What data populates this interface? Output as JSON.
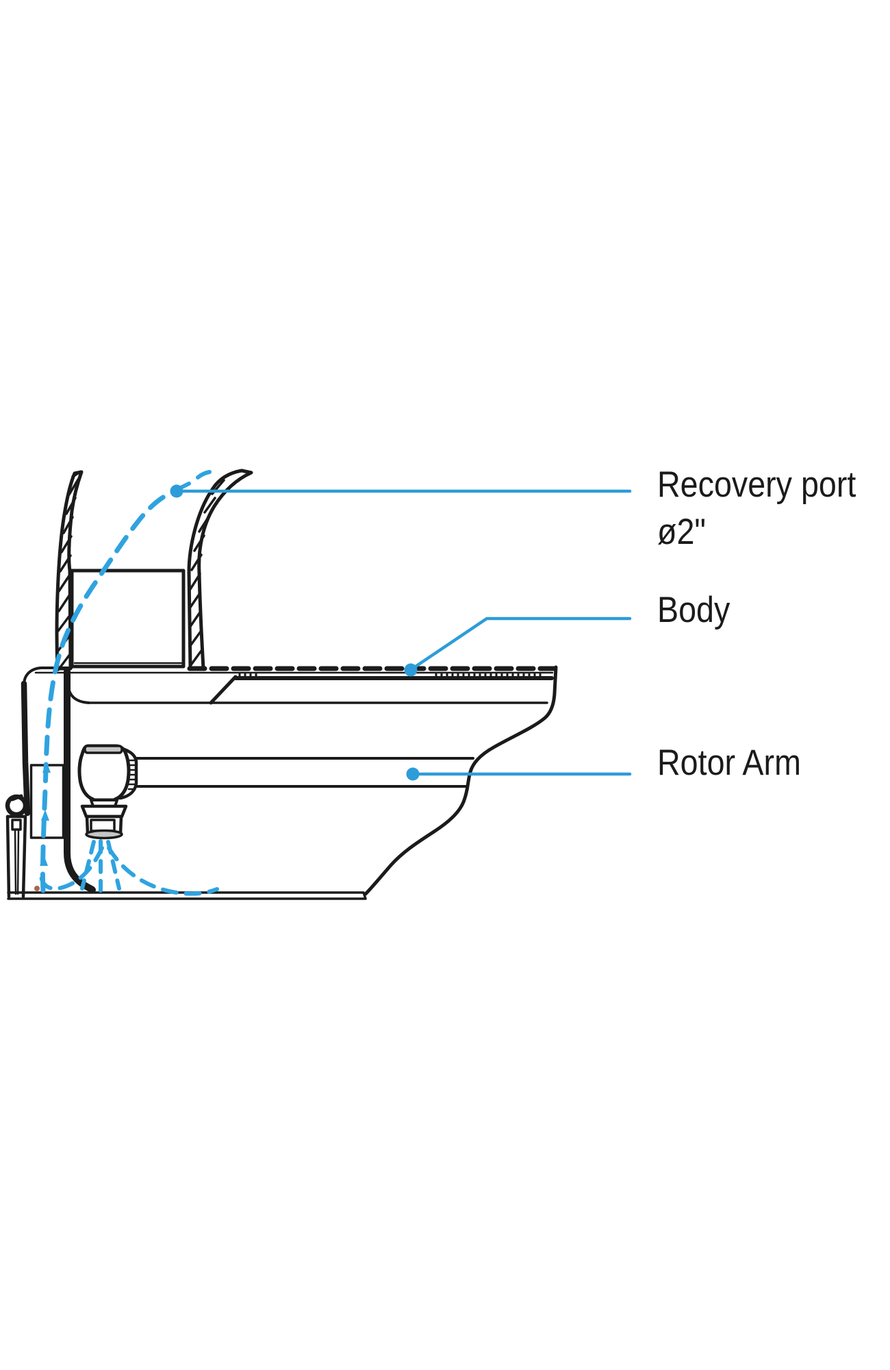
{
  "page": {
    "type": "technical-diagram",
    "background": "#FFFFFF"
  },
  "diagram": {
    "labels": {
      "recovery_port": {
        "line1": "Recovery port",
        "line2": "ø2\""
      },
      "body": "Body",
      "rotor_arm": "Rotor Arm"
    },
    "colors": {
      "accent_blue": "#2E9CD8",
      "flow_blue": "#2FA3E0",
      "line_black": "#1B1B1B",
      "metal_gray": "#C6C6C6",
      "background": "#FFFFFF"
    },
    "icons": {
      "leader_dot": "filled-circle",
      "flow_arrow": "up-triangle"
    }
  }
}
